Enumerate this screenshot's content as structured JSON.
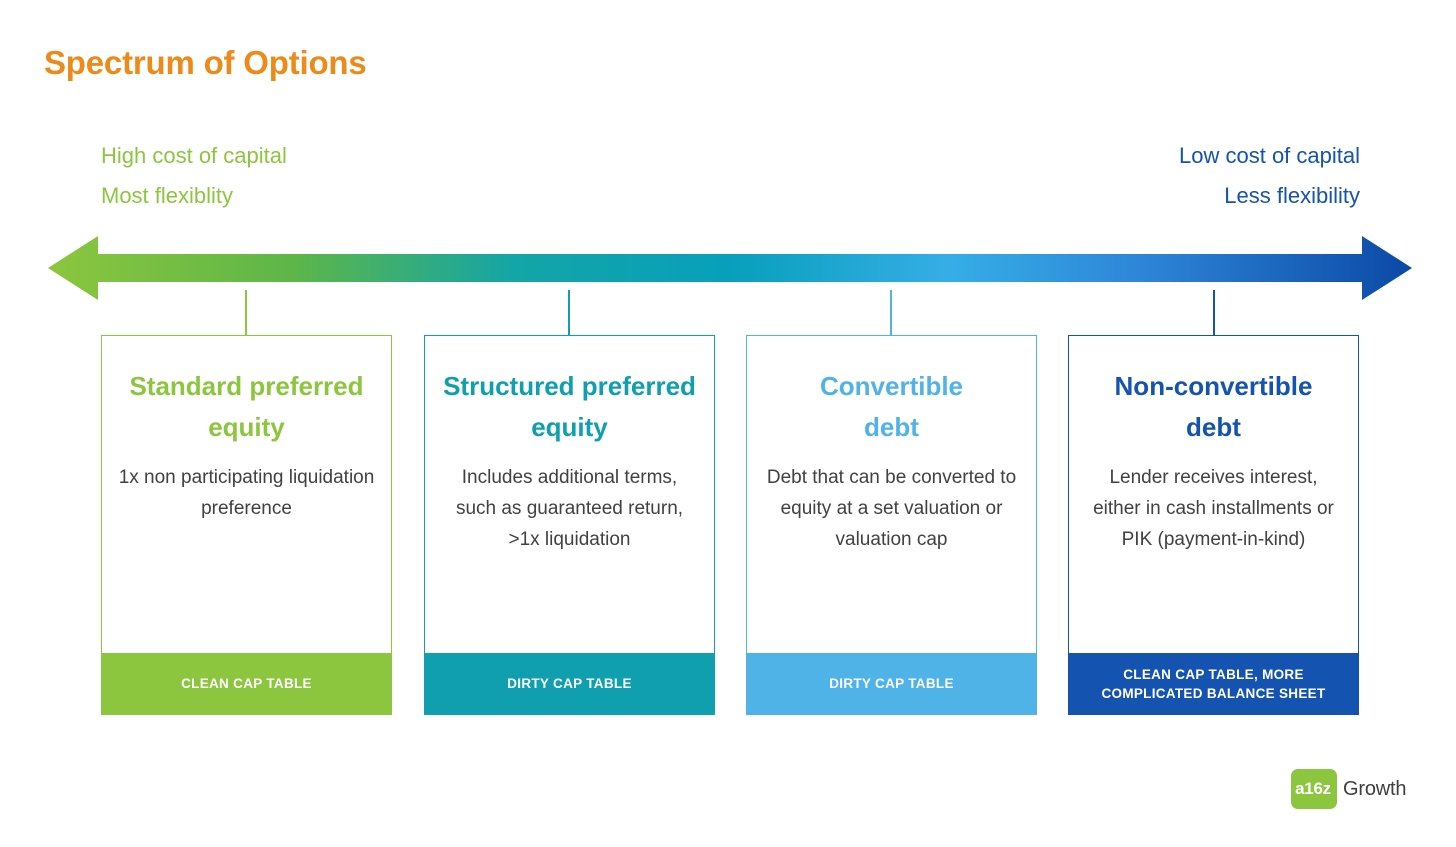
{
  "slide": {
    "title": "Spectrum of Options",
    "title_color": "#ED8B1A",
    "background": "#FFFFFF"
  },
  "spectrum": {
    "left_labels": [
      "High cost of capital",
      "Most flexiblity"
    ],
    "right_labels": [
      "Low cost of capital",
      "Less flexibility"
    ],
    "left_color": "#8CC63E",
    "right_color": "#1553B0",
    "arrow": {
      "direction": "double",
      "gradient_stops": [
        "#8CC63E",
        "#47B04B",
        "#0FA5A8",
        "#39AEE5",
        "#1565C7",
        "#0C4DA8"
      ]
    }
  },
  "cards": [
    {
      "heading": "Standard preferred equity",
      "description": "1x non participating liquidation preference",
      "footer": "CLEAN CAP TABLE",
      "color": "#8CC63E",
      "border": "#8CC63E"
    },
    {
      "heading": "Structured preferred equity",
      "description": "Includes additional terms, such as guaranteed return, >1x liquidation",
      "footer": "DIRTY CAP TABLE",
      "color": "#0F9FAE",
      "border": "#0F9FAE"
    },
    {
      "heading": "Convertible debt",
      "description": "Debt that can be converted to equity at a set valuation or valuation cap",
      "footer": "DIRTY CAP TABLE",
      "color": "#4FB3E8",
      "border": "#4FB3E8"
    },
    {
      "heading": "Non-convertible debt",
      "description": "Lender receives interest, either in cash installments or PIK (payment-in-kind)",
      "footer": "CLEAN CAP TABLE, MORE COMPLICATED BALANCE SHEET",
      "color": "#1553B0",
      "border": "#1553B0"
    }
  ],
  "logo": {
    "mark_text": "a16z",
    "word_text": "Growth",
    "mark_color": "#8CC63E",
    "word_color": "#3F3F3F"
  }
}
